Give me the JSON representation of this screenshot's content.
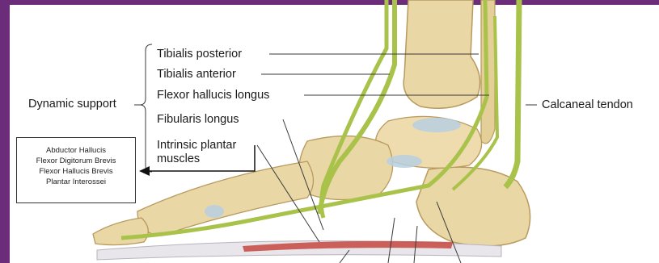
{
  "labels": {
    "dynamic_support": "Dynamic support",
    "tibialis_posterior": "Tibialis posterior",
    "tibialis_anterior": "Tibialis anterior",
    "flexor_hallucis_longus": "Flexor hallucis longus",
    "fibularis_longus": "Fibularis longus",
    "intrinsic_plantar_line1": "Intrinsic plantar",
    "intrinsic_plantar_line2": "muscles",
    "calcaneal_tendon": "Calcaneal tendon"
  },
  "intrinsic_muscles": [
    "Abductor Hallucis",
    "Flexor Digitorum Brevis",
    "Flexor Hallucis Brevis",
    "Plantar Interossei"
  ],
  "colors": {
    "frame": "#6b2c7a",
    "bone": "#ead7a6",
    "tendon": "#a9c24a",
    "muscle": "#c8504a",
    "cartilage": "#b9cfe0"
  }
}
